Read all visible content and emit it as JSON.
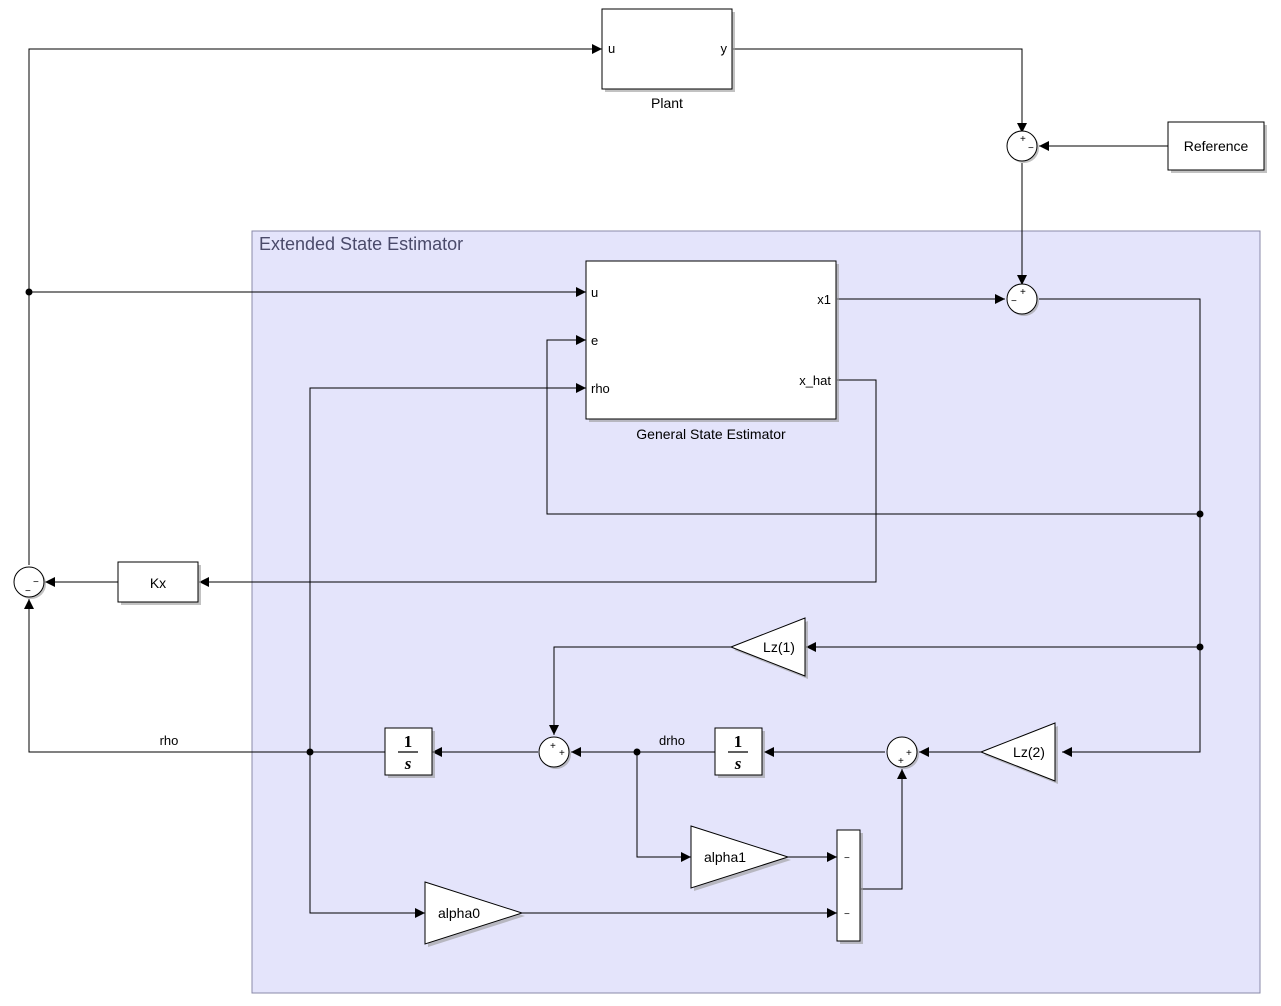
{
  "subsystem": {
    "title": "Extended State Estimator",
    "fill": "#e4e4fb",
    "border": "#8a8aa8"
  },
  "blocks": {
    "plant": {
      "label": "Plant",
      "in_port": "u",
      "out_port": "y"
    },
    "reference": {
      "label": "Reference"
    },
    "estimator": {
      "label": "General State Estimator",
      "in_ports": [
        "u",
        "e",
        "rho"
      ],
      "out_ports": [
        "x1",
        "x_hat"
      ]
    },
    "kx": {
      "label": "Kx"
    },
    "lz1": {
      "label": "Lz(1)"
    },
    "lz2": {
      "label": "Lz(2)"
    },
    "alpha1": {
      "label": "alpha1"
    },
    "alpha0": {
      "label": "alpha0"
    },
    "integrator": {
      "numerator": "1",
      "denominator": "s"
    }
  },
  "signals": {
    "rho": "rho",
    "drho": "drho"
  },
  "signs": {
    "plus": "+",
    "minus": "−"
  }
}
